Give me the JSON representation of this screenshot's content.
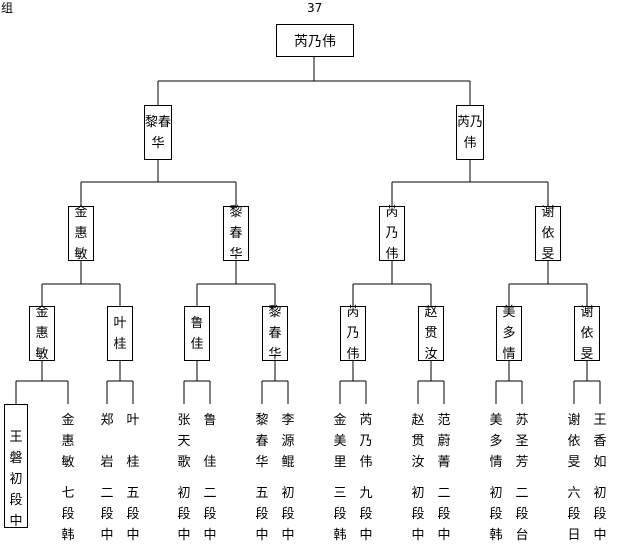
{
  "header": {
    "left": "组",
    "number": "37"
  },
  "bracket": {
    "champion": "芮乃伟",
    "final": [
      "黎春华",
      "芮乃伟"
    ],
    "semifinal": [
      "金惠敏",
      "黎春华",
      "芮乃伟",
      "谢依旻"
    ],
    "quarterfinal": [
      "金惠敏",
      "叶桂",
      "鲁佳",
      "黎春华",
      "芮乃伟",
      "赵贯汝",
      "美多情",
      "谢依旻"
    ],
    "players": [
      {
        "name": "王磐",
        "rank": "初段",
        "region": "中"
      },
      {
        "name": "金惠敏",
        "rank": "七段",
        "region": "韩"
      },
      {
        "name": "郑岩",
        "rank": "二段",
        "region": "中"
      },
      {
        "name": "叶桂",
        "rank": "五段",
        "region": "中"
      },
      {
        "name": "张天歌",
        "rank": "初段",
        "region": "中"
      },
      {
        "name": "鲁佳",
        "rank": "二段",
        "region": "中"
      },
      {
        "name": "黎春华",
        "rank": "五段",
        "region": "中"
      },
      {
        "name": "李源鲲",
        "rank": "初段",
        "region": "中"
      },
      {
        "name": "金美里",
        "rank": "三段",
        "region": "韩"
      },
      {
        "name": "芮乃伟",
        "rank": "九段",
        "region": "中"
      },
      {
        "name": "赵贯汝",
        "rank": "初段",
        "region": "中"
      },
      {
        "name": "范蔚菁",
        "rank": "二段",
        "region": "中"
      },
      {
        "name": "美多情",
        "rank": "初段",
        "region": "韩"
      },
      {
        "name": "苏圣芳",
        "rank": "二段",
        "region": "台"
      },
      {
        "name": "谢依旻",
        "rank": "六段",
        "region": "日"
      },
      {
        "name": "王香如",
        "rank": "初段",
        "region": "中"
      }
    ]
  }
}
